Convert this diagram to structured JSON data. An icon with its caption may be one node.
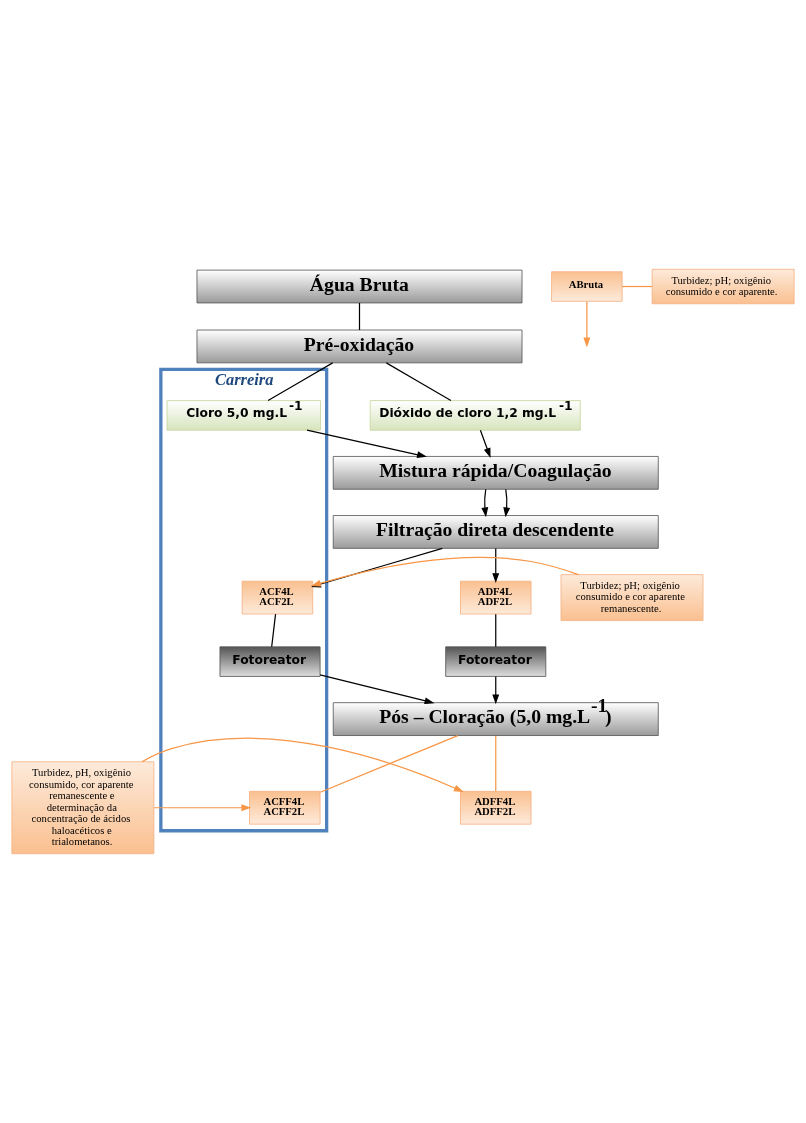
{
  "diagram": {
    "nodes": [
      {
        "text": [
          "Carreira"
        ]
      },
      {
        "text": [
          "Água Bruta"
        ]
      },
      {
        "text": [
          "ABruta"
        ]
      },
      {
        "text": [
          "Turbidez; pH; oxigênio consumido e cor aparente."
        ]
      },
      {
        "text": [
          "Pré-oxidação"
        ]
      },
      {
        "text": [
          "Cloro 5,0 mg.L$^{-1}$"
        ],
        "in": 0
      },
      {
        "text": [
          "Dióxido de cloro 1,2 mg.L$^{-1}$"
        ]
      },
      {
        "text": [
          "Mistura rápida/Coagulação"
        ]
      },
      {
        "text": [
          "Filtração direta descendente"
        ]
      },
      {
        "text": [
          "ACF4L",
          "ACF2L"
        ],
        "in": 0
      },
      {
        "text": [
          "Turbidez; pH; oxigênio consumido e cor aparente remanescente."
        ]
      },
      {
        "text": [
          "ADF4L",
          "ADF2L"
        ]
      },
      {
        "text": [
          "Fotoreator"
        ],
        "in": 0
      },
      {
        "text": [
          "Fotoreator"
        ]
      },
      {
        "text": [
          "Pós – Cloração (5,0 mg.L$^{-1}$)"
        ]
      },
      {
        "text": [
          "ACFF4L",
          "ACFF2L"
        ],
        "in": 0
      },
      {
        "text": [
          "ADFF4L",
          "ADFF2L"
        ]
      },
      {
        "text": [
          "Turbidez, pH, oxigênio consumido, cor aparente remanescente e determinação da concentração de ácidos haloacéticos e trialometanos."
        ]
      }
    ],
    "edges": [
      {
        "from": 1,
        "to": 4,
        "arrow": "none"
      },
      {
        "from": 2,
        "to": null,
        "arrow": "to",
        "color": "#f79646"
      },
      {
        "from": 3,
        "to": 2,
        "arrow": "none",
        "color": "#f79646"
      },
      {
        "from": 4,
        "to": 5,
        "arrow": "none"
      },
      {
        "from": 4,
        "to": 6,
        "arrow": "none"
      },
      {
        "from": 5,
        "to": 7,
        "arrow": "to"
      },
      {
        "from": 6,
        "to": 7,
        "arrow": "to"
      },
      {
        "from": 7,
        "to": 8,
        "arrow": "to"
      },
      {
        "from": 7,
        "to": 8,
        "arrow": "to"
      },
      {
        "from": 8,
        "to": 9,
        "arrow": "to"
      },
      {
        "from": 8,
        "to": 11,
        "arrow": "to"
      },
      {
        "from": 10,
        "to": 9,
        "arrow": "to",
        "color": "#f79646"
      },
      {
        "from": 9,
        "to": 12,
        "arrow": "none"
      },
      {
        "from": 11,
        "to": 13,
        "arrow": "none"
      },
      {
        "from": 12,
        "to": 14,
        "arrow": "to"
      },
      {
        "from": 13,
        "to": 14,
        "arrow": "to"
      },
      {
        "from": 14,
        "to": 15,
        "arrow": "none",
        "color": "#f79646"
      },
      {
        "from": 14,
        "to": 16,
        "arrow": "none",
        "color": "#f79646"
      },
      {
        "from": 17,
        "to": 15,
        "arrow": "to",
        "color": "#f79646"
      },
      {
        "from": 17,
        "to": 16,
        "arrow": "to",
        "color": "#f79646"
      }
    ]
  }
}
